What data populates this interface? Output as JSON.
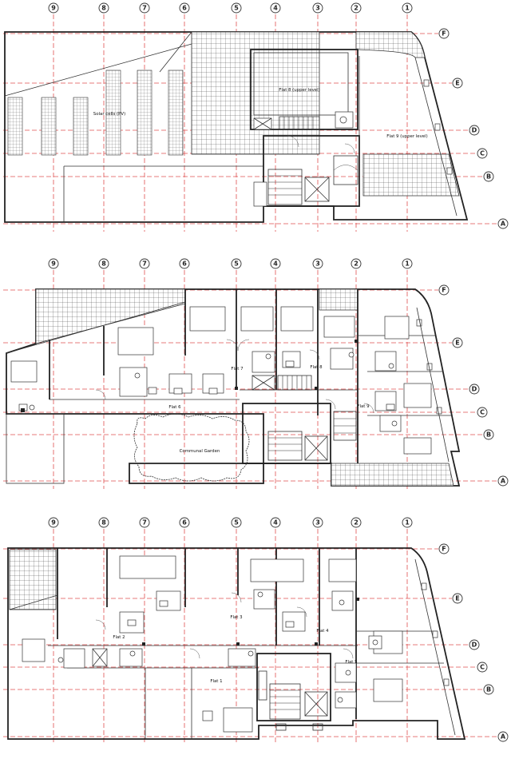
{
  "grid_columns": [
    "9",
    "8",
    "7",
    "6",
    "5",
    "4",
    "3",
    "2",
    "1"
  ],
  "grid_rows": [
    "F",
    "E",
    "D",
    "C",
    "B",
    "A"
  ],
  "labels": {
    "solar": "Solar cells (PV)",
    "flat8_upper": "Flat 8 (upper level)",
    "flat9_upper": "Flat 9 (upper level)",
    "flat6": "Flat 6",
    "flat7": "Flat 7",
    "flat8": "Flat 8",
    "flat9": "Flat 9",
    "garden": "Communal Garden",
    "flat1": "Flat 1",
    "flat2": "Flat 2",
    "flat3": "Flat 3",
    "flat4": "Flat 4",
    "flat5": "Flat 5"
  },
  "colors": {
    "grid": "#e05050",
    "wall": "#222222"
  }
}
